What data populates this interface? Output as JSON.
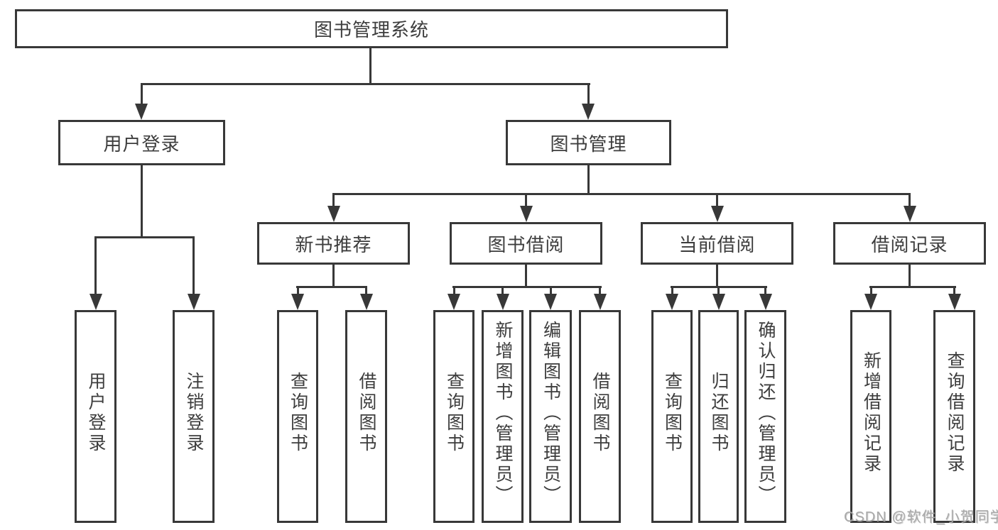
{
  "diagram": {
    "root": {
      "label": "图书管理系统",
      "children": [
        {
          "label": "用户登录",
          "children": [
            {
              "label": "用户登录"
            },
            {
              "label": "注销登录"
            }
          ]
        },
        {
          "label": "图书管理",
          "children": [
            {
              "label": "新书推荐",
              "children": [
                {
                  "label": "查询图书"
                },
                {
                  "label": "借阅图书"
                }
              ]
            },
            {
              "label": "图书借阅",
              "children": [
                {
                  "label": "查询图书"
                },
                {
                  "label": "新增图书（管理员）"
                },
                {
                  "label": "编辑图书（管理员）"
                },
                {
                  "label": "借阅图书"
                }
              ]
            },
            {
              "label": "当前借阅",
              "children": [
                {
                  "label": "查询图书"
                },
                {
                  "label": "归还图书"
                },
                {
                  "label": "确认归还（管理员）"
                }
              ]
            },
            {
              "label": "借阅记录",
              "children": [
                {
                  "label": "新增借阅记录"
                },
                {
                  "label": "查询借阅记录"
                }
              ]
            }
          ]
        }
      ]
    }
  },
  "watermark": {
    "text": "CSDN @软件_小贺同学"
  },
  "colors": {
    "line": "#383838",
    "text": "#3d3d3d",
    "background": "#ffffff",
    "watermark": "#a9a9a9"
  }
}
